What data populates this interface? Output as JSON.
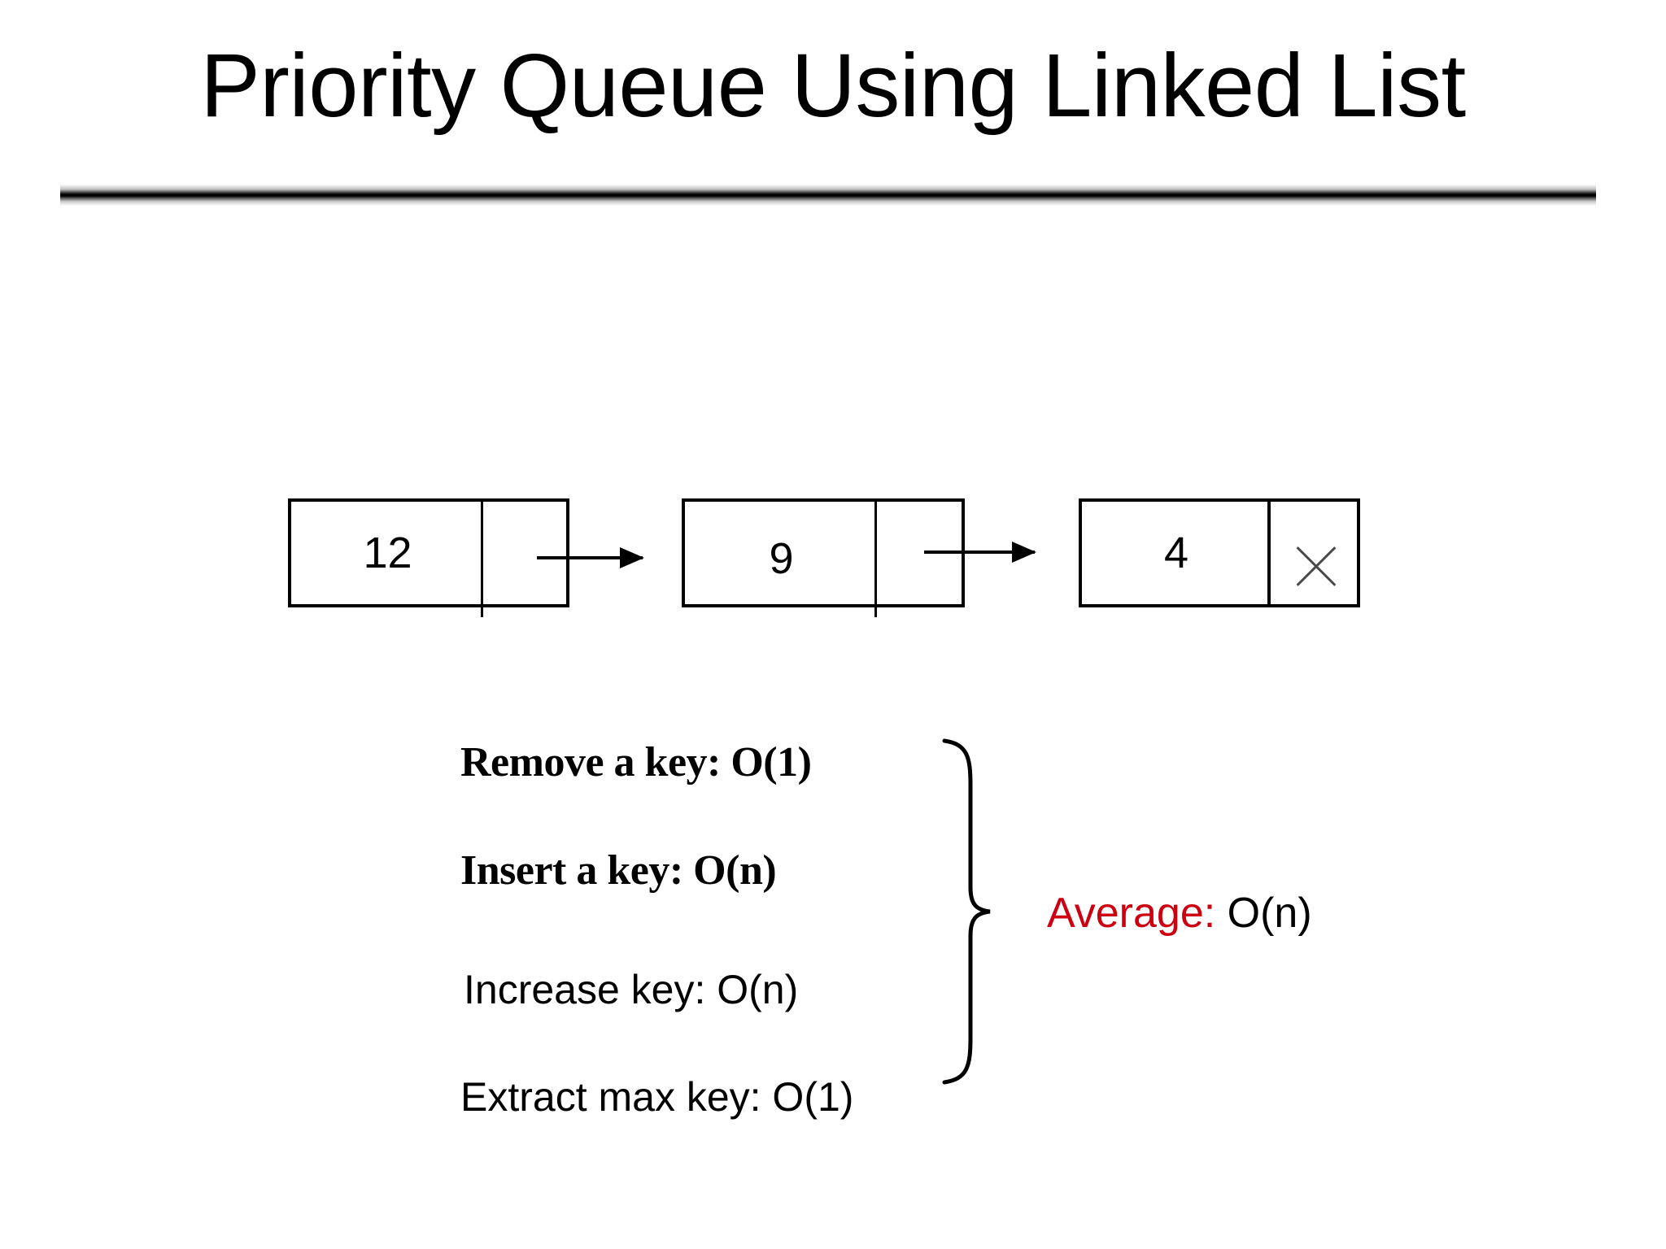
{
  "slide": {
    "title": "Priority Queue Using Linked List",
    "background_color": "#FFFFFF",
    "accent_color": "#CC0011",
    "rule": "gradient-divider-bar"
  },
  "linked_list": {
    "nodes": [
      {
        "key": "12",
        "next": "pointer"
      },
      {
        "key": "9",
        "next": "pointer"
      },
      {
        "key": "4",
        "next": "null-x-mark"
      }
    ],
    "arrows": [
      {
        "from": "node-1",
        "to": "node-2"
      },
      {
        "from": "node-2",
        "to": "node-3"
      }
    ],
    "null_marker": "x-mark-icon"
  },
  "complexity": {
    "items": [
      {
        "label": "Remove a key: O(1)",
        "style": "serif-bold"
      },
      {
        "label": "Insert a key: O(n)",
        "style": "serif-bold"
      },
      {
        "label": "Increase key: O(n)",
        "style": "sans"
      },
      {
        "label": "Extract max key: O(1)",
        "style": "sans"
      }
    ],
    "summary": {
      "label": "Average:",
      "value": "O(n)",
      "label_color": "#CC0011",
      "value_color": "#000000"
    }
  }
}
